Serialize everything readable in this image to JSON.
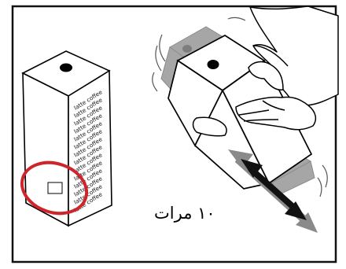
{
  "carton": {
    "print_text": "latte coffee",
    "print_rows": 14
  },
  "caption": {
    "text": "١٠ مرات"
  },
  "colors": {
    "frame": "#111111",
    "outline": "#000000",
    "shadow": "#a6a6a6",
    "highlight_circle": "#d0242b",
    "arrow_dark": "#111111",
    "arrow_gray": "#8a8a8a"
  },
  "icons": {
    "highlight": "red-circle",
    "shake_arrow": "double-headed-arrow",
    "hands": "hands-shaking-carton"
  }
}
